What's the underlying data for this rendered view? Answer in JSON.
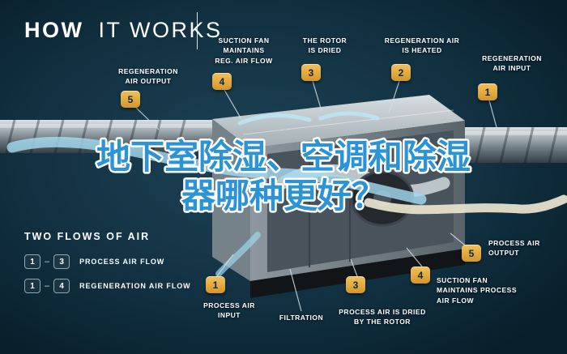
{
  "title": {
    "bold": "HOW",
    "light": "IT WORKS"
  },
  "headline": {
    "line1": "地下室除湿、空调和除湿",
    "line2": "器哪种更好？",
    "fill_color": "#2b93d6",
    "stroke_color": "#ffffff"
  },
  "callouts": [
    {
      "id": "regeneration-air-output",
      "num": "5",
      "label": "REGENERATION\nAIR OUTPUT"
    },
    {
      "id": "suction-fan-reg-air-flow",
      "num": "4",
      "label": "SUCTION FAN\nMAINTAINS\nREG. AIR FLOW"
    },
    {
      "id": "rotor-is-dried",
      "num": "3",
      "label": "THE ROTOR\nIS DRIED"
    },
    {
      "id": "regeneration-air-heated",
      "num": "2",
      "label": "REGENERATION AIR\nIS HEATED"
    },
    {
      "id": "regeneration-air-input",
      "num": "1",
      "label": "REGENERATION\nAIR INPUT"
    },
    {
      "id": "process-air-output",
      "num": "5",
      "label": "PROCESS AIR\nOUTPUT"
    },
    {
      "id": "suction-fan-process-air",
      "num": "4",
      "label": "SUCTION FAN\nMAINTAINS PROCESS\nAIR FLOW"
    },
    {
      "id": "process-air-dried",
      "num": "3",
      "label": "PROCESS AIR IS DRIED\nBY THE ROTOR"
    },
    {
      "id": "filtration",
      "num": "",
      "label": "FILTRATION"
    },
    {
      "id": "process-air-input",
      "num": "1",
      "label": "PROCESS AIR\nINPUT"
    }
  ],
  "legend": {
    "title": "TWO FLOWS OF AIR",
    "dash": "–",
    "rows": [
      {
        "start": "1",
        "end": "3",
        "label": "PROCESS AIR FLOW"
      },
      {
        "start": "1",
        "end": "4",
        "label": "REGENERATION AIR FLOW"
      }
    ]
  },
  "colors": {
    "background": "#0c2532",
    "glow": "#1d4355",
    "badge": "#e3a93e",
    "airflow_blue": "#a5dcf2",
    "airflow_cream": "#ece5cf"
  }
}
